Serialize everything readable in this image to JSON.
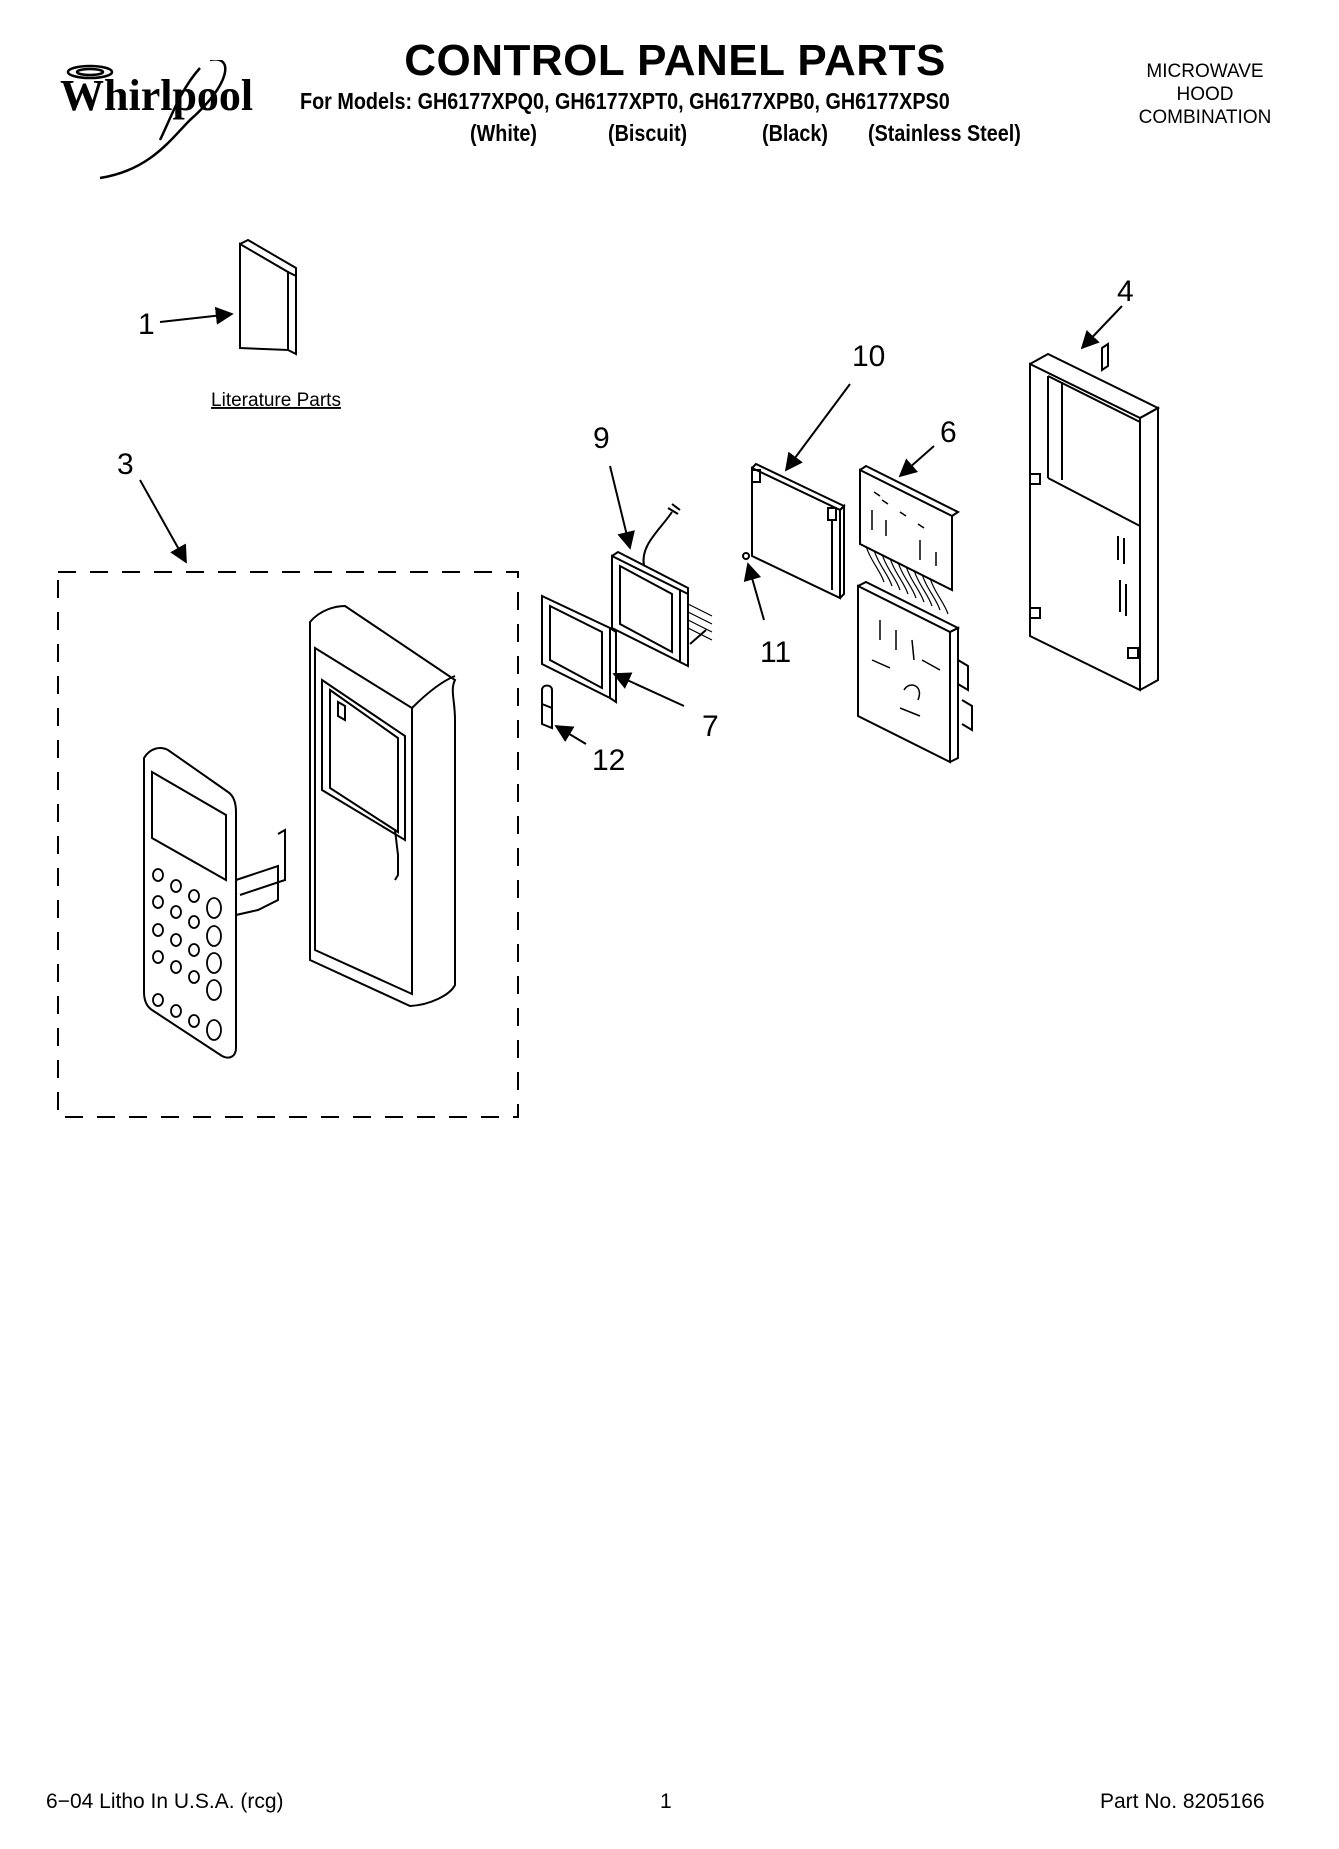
{
  "header": {
    "brand": "Whirlpool",
    "title": "CONTROL PANEL PARTS",
    "models_line": "For Models: GH6177XPQ0, GH6177XPT0, GH6177XPB0, GH6177XPS0",
    "finishes": [
      "(White)",
      "(Biscuit)",
      "(Black)",
      "(Stainless Steel)"
    ],
    "product_type": [
      "MICROWAVE",
      "HOOD",
      "COMBINATION"
    ]
  },
  "diagram": {
    "literature_label": "Literature Parts",
    "callouts": {
      "c1": "1",
      "c3": "3",
      "c4": "4",
      "c6": "6",
      "c7": "7",
      "c9": "9",
      "c10": "10",
      "c11": "11",
      "c12": "12"
    }
  },
  "footer": {
    "print_info": "6−04 Litho In U.S.A. (rcg)",
    "page_number": "1",
    "part_number": "Part No. 8205166"
  }
}
